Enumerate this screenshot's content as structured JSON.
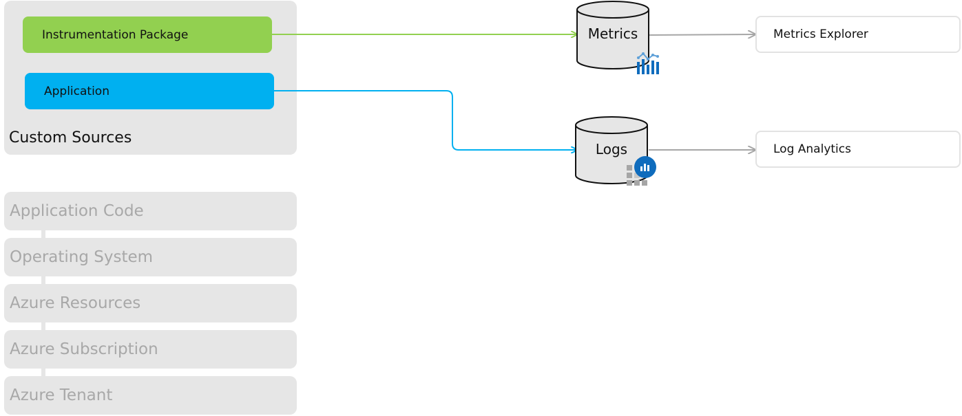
{
  "custom_sources": {
    "title": "Custom Sources",
    "instrumentation_label": "Instrumentation Package",
    "application_label": "Application"
  },
  "layers": [
    "Application Code",
    "Operating System",
    "Azure Resources",
    "Azure Subscription",
    "Azure Tenant"
  ],
  "stores": {
    "metrics_label": "Metrics",
    "logs_label": "Logs"
  },
  "destinations": {
    "metrics_explorer_label": "Metrics Explorer",
    "log_analytics_label": "Log Analytics"
  },
  "colors": {
    "green": "#92d050",
    "blue": "#00b0f0",
    "gray_arrow": "#a6a6a6",
    "icon_blue": "#0f6cbd"
  }
}
